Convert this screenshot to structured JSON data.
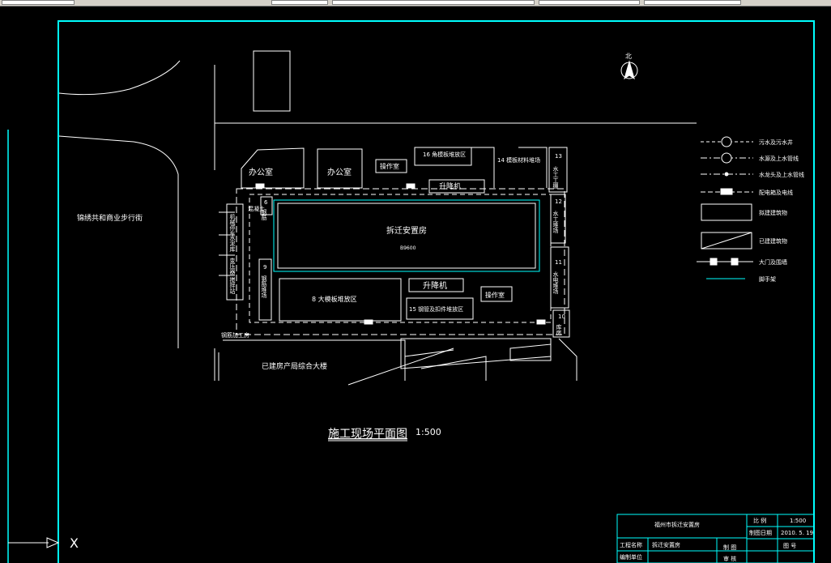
{
  "plan": {
    "labels": {
      "office_1": "办公室",
      "office_2": "办公室",
      "street": "锦绣共和商业步行街",
      "steel_16": "16 角模板堆放区",
      "operation_room_top": "操作室",
      "hoist_top": "升降机",
      "material_14": "14 模板材料堆场",
      "zone_13": "13",
      "zone_13_name": "水工工棚",
      "zone_12": "12",
      "zone_12_name": "水工堆场",
      "zone_11": "11",
      "zone_11_name": "水电堆场",
      "zone_10": "10",
      "zone_10_name": "库房",
      "building_main": "拆迁安置房",
      "dim_center": "B9600",
      "zone_8": "8 大模板堆放区",
      "zone_9": "9",
      "zone_9_name": "钢筋堆场",
      "zone_6": "6",
      "zone_6_name": "钢筋",
      "hoist_bottom": "升降机",
      "operation_room_bottom": "操作室",
      "zone_15": "15 钢管及扣件堆放区",
      "left_zone_1": "机械停车",
      "left_zone_2": "水泥库",
      "left_zone_3": "变压器",
      "left_zone_4": "搅拌站",
      "left_top": "混凝土",
      "gate_bottom": "钢筋加工房",
      "existing_building": "已建房产局综合大楼",
      "north": "北"
    },
    "title": "施工现场平面图",
    "scale": "1:500"
  },
  "legend": [
    {
      "symbol": "sewage",
      "label": "污水及污水井"
    },
    {
      "symbol": "water",
      "label": "水源及上水管线"
    },
    {
      "symbol": "hydrant",
      "label": "水龙头及上水管线"
    },
    {
      "symbol": "power",
      "label": "配电箱及电线"
    },
    {
      "symbol": "planned",
      "label": "拟建建筑物"
    },
    {
      "symbol": "existing",
      "label": "已建建筑物"
    },
    {
      "symbol": "gate",
      "label": "大门及围墙"
    },
    {
      "symbol": "scaffold",
      "label": "脚手架"
    }
  ],
  "title_block": {
    "project_full": "福州市拆迁安置房",
    "scale_label": "比 例",
    "scale_value": "1:500",
    "date_label": "制图日期",
    "date_value": "2010. 5. 19",
    "sheet_label": "图 号",
    "project_label": "工程名称",
    "project_value": "拆迁安置房",
    "drawn_label": "制 图",
    "unit_label": "编制单位",
    "review_label": "审 核"
  },
  "ucs": {
    "axis": "X"
  },
  "colors": {
    "frame": "#00ffff",
    "lines": "#ffffff",
    "bg": "#000000"
  }
}
